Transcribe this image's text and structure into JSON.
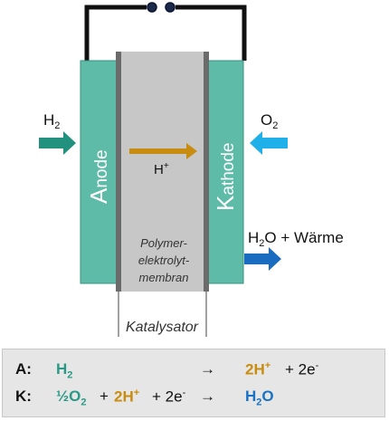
{
  "colors": {
    "electrode": "#5dbba7",
    "electrode_stroke": "#3a8f7e",
    "membrane": "#c7c7c7",
    "catalyst": "#6b6b6b",
    "wire": "#111111",
    "h2_arrow": "#22917d",
    "o2_arrow": "#1fb0ea",
    "proton_arrow": "#c88c10",
    "output_arrow": "#1a6cc0",
    "eq_teal": "#2a9a86",
    "eq_gold": "#c88c10",
    "eq_blue": "#1a72c4"
  },
  "labels": {
    "h2_in": {
      "base": "H",
      "sub": "2"
    },
    "o2_in": {
      "base": "O",
      "sub": "2"
    },
    "anode": {
      "first": "A",
      "rest": "node"
    },
    "cathode": {
      "first": "K",
      "rest": "athode"
    },
    "proton": {
      "base": "H",
      "sup": "+"
    },
    "output": {
      "pre": "H",
      "sub": "2",
      "post": "O + Wärme"
    },
    "membrane_lines": [
      "Polymer-",
      "elektrolyt-",
      "membran"
    ],
    "catalyst": "Katalysator"
  },
  "equations": {
    "anode": {
      "prefix": "A:",
      "reactant": {
        "base": "H",
        "sub": "2"
      },
      "arrow": "→",
      "product_a": {
        "base": "2H",
        "sup": "+"
      },
      "plus": "+ 2e",
      "electron_sup": "-"
    },
    "cathode": {
      "prefix": "K:",
      "half_o2": {
        "base": "½O",
        "sub": "2"
      },
      "plus1": "+",
      "protons": {
        "base": "2H",
        "sup": "+"
      },
      "plus2": "+ 2e",
      "electron_sup": "-",
      "arrow": "→",
      "product": {
        "pre": "H",
        "sub": "2",
        "post": "O"
      }
    }
  }
}
